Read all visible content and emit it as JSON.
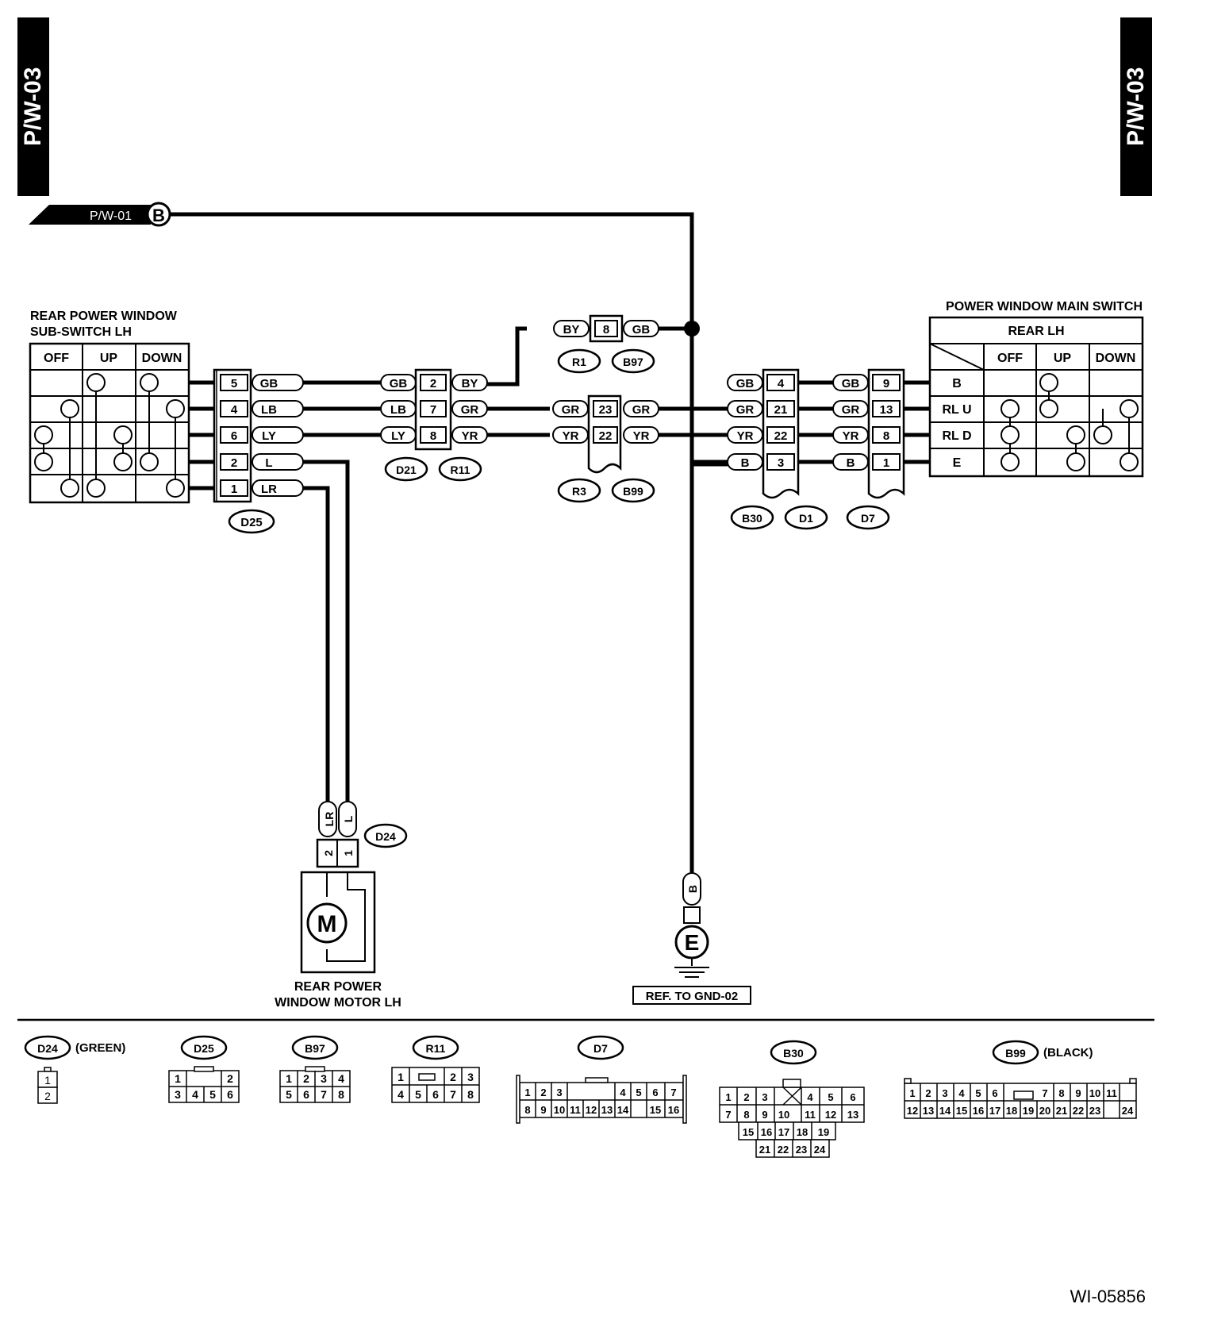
{
  "page_tab": "P/W-03",
  "figure_code": "WI-05856",
  "supply": {
    "from": "P/W-01",
    "symbol": "B"
  },
  "rear_sub_switch": {
    "title_line1": "REAR POWER WINDOW",
    "title_line2": "SUB-SWITCH LH",
    "columns": [
      "OFF",
      "UP",
      "DOWN"
    ]
  },
  "main_switch": {
    "title": "POWER WINDOW MAIN SWITCH",
    "subtitle": "REAR LH",
    "columns": [
      "OFF",
      "UP",
      "DOWN"
    ],
    "rows": [
      "B",
      "RL U",
      "RL D",
      "E"
    ]
  },
  "connectors": {
    "d25": {
      "label": "D25",
      "pins": [
        "5",
        "4",
        "6",
        "2",
        "1"
      ],
      "wires": [
        "GB",
        "LB",
        "LY",
        "L",
        "LR"
      ]
    },
    "d21_r11": {
      "labels": [
        "D21",
        "R11"
      ],
      "left_wires": [
        "GB",
        "LB",
        "LY"
      ],
      "pins": [
        "2",
        "7",
        "8"
      ],
      "right_wires": [
        "BY",
        "GR",
        "YR"
      ]
    },
    "r1_b97": {
      "labels": [
        "R1",
        "B97"
      ],
      "left_wire": "BY",
      "pin": "8",
      "right_wire": "GB"
    },
    "r3_b99": {
      "labels": [
        "R3",
        "B99"
      ],
      "left_wires": [
        "GR",
        "YR"
      ],
      "pins": [
        "23",
        "22"
      ],
      "right_wires": [
        "GR",
        "YR"
      ]
    },
    "b30_d1": {
      "labels": [
        "B30",
        "D1"
      ],
      "wires": [
        "GB",
        "GR",
        "YR",
        "B"
      ],
      "pins": [
        "4",
        "21",
        "22",
        "3"
      ]
    },
    "d7": {
      "label": "D7",
      "wires": [
        "GB",
        "GR",
        "YR",
        "B"
      ],
      "pins": [
        "9",
        "13",
        "8",
        "1"
      ]
    },
    "d24": {
      "label": "D24",
      "wires": [
        "LR",
        "L"
      ],
      "pins": [
        "2",
        "1"
      ]
    }
  },
  "motor": {
    "symbol": "M",
    "label_line1": "REAR POWER",
    "label_line2": "WINDOW MOTOR LH"
  },
  "ground": {
    "wire": "B",
    "symbol": "E",
    "ref": "REF. TO GND-02"
  },
  "connector_views": [
    {
      "name": "D24",
      "note": "(GREEN)"
    },
    {
      "name": "D25",
      "note": ""
    },
    {
      "name": "B97",
      "note": ""
    },
    {
      "name": "R11",
      "note": ""
    },
    {
      "name": "D7",
      "note": ""
    },
    {
      "name": "B30",
      "note": ""
    },
    {
      "name": "B99",
      "note": "(BLACK)"
    }
  ]
}
